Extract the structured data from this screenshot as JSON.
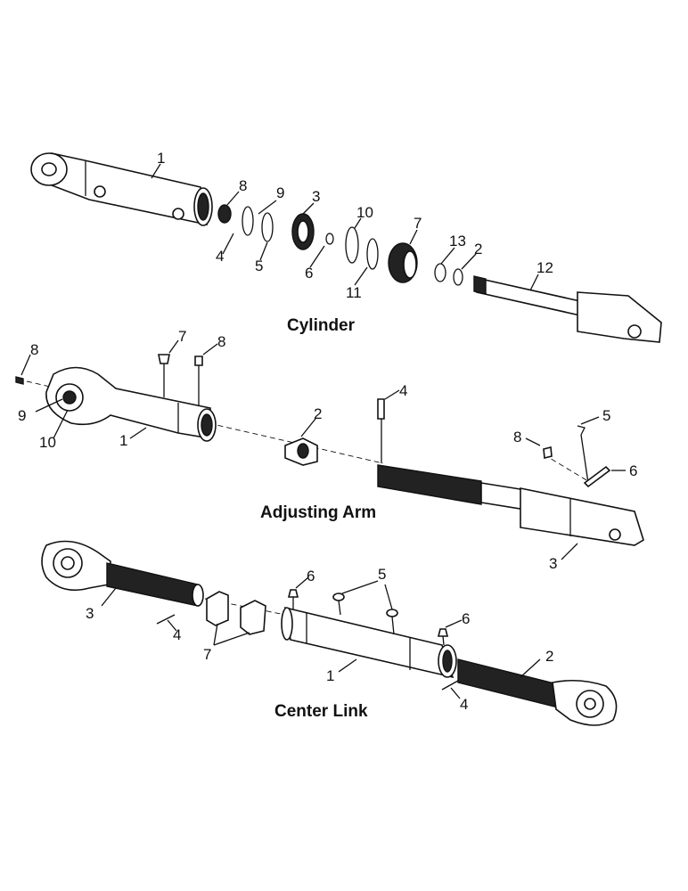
{
  "sections": {
    "cylinder": {
      "title": "Cylinder",
      "callouts": [
        "1",
        "2",
        "3",
        "4",
        "5",
        "6",
        "7",
        "8",
        "9",
        "10",
        "11",
        "12",
        "13"
      ]
    },
    "adjusting_arm": {
      "title": "Adjusting Arm",
      "callouts": [
        "1",
        "2",
        "3",
        "4",
        "5",
        "6",
        "7",
        "8",
        "8",
        "9",
        "10"
      ]
    },
    "center_link": {
      "title": "Center Link",
      "callouts": [
        "1",
        "2",
        "3",
        "4",
        "4",
        "5",
        "6",
        "6",
        "7"
      ]
    }
  }
}
